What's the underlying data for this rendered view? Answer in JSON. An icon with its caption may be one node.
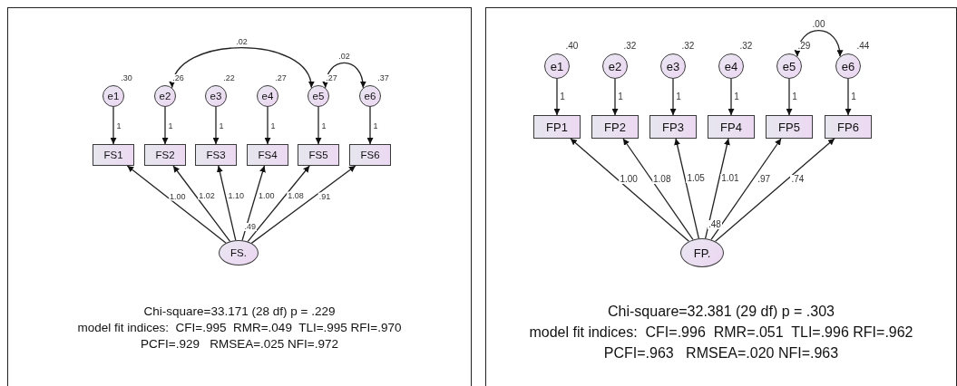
{
  "diagram": {
    "nodes": [
      {
        "text": [
          "Chi-square=33.171 (28 df) p = .229",
          "model fit indices:  CFI=.995  RMR=.049  TLI=.995 RFI=.970",
          "PCFI=.929   RMSEA=.025 NFI=.972"
        ]
      },
      {
        "text": [
          "e1"
        ],
        "in": 0,
        "beside": [
          ".30"
        ]
      },
      {
        "text": [
          "e2"
        ],
        "in": 0,
        "beside": [
          ".26"
        ]
      },
      {
        "text": [
          "e3"
        ],
        "in": 0,
        "beside": [
          ".22"
        ]
      },
      {
        "text": [
          "e4"
        ],
        "in": 0,
        "beside": [
          ".27"
        ]
      },
      {
        "text": [
          "e5"
        ],
        "in": 0,
        "beside": [
          ".27"
        ]
      },
      {
        "text": [
          "e6"
        ],
        "in": 0,
        "beside": [
          ".37"
        ]
      },
      {
        "text": [
          "FS1"
        ],
        "in": 0
      },
      {
        "text": [
          "FS2"
        ],
        "in": 0
      },
      {
        "text": [
          "FS3"
        ],
        "in": 0
      },
      {
        "text": [
          "FS4"
        ],
        "in": 0
      },
      {
        "text": [
          "FS5"
        ],
        "in": 0
      },
      {
        "text": [
          "FS6"
        ],
        "in": 0
      },
      {
        "text": [
          "FS."
        ],
        "in": 0,
        "beside": [
          ".49"
        ]
      },
      {
        "text": [
          "Chi-square=32.381 (29 df) p = .303",
          "model fit indices:  CFI=.996  RMR=.051  TLI=.996 RFI=.962",
          "PCFI=.963   RMSEA=.020 NFI=.963"
        ]
      },
      {
        "text": [
          "e1"
        ],
        "in": 14,
        "beside": [
          ".40"
        ]
      },
      {
        "text": [
          "e2"
        ],
        "in": 14,
        "beside": [
          ".32"
        ]
      },
      {
        "text": [
          "e3"
        ],
        "in": 14,
        "beside": [
          ".32"
        ]
      },
      {
        "text": [
          "e4"
        ],
        "in": 14,
        "beside": [
          ".32"
        ]
      },
      {
        "text": [
          "e5"
        ],
        "in": 14,
        "beside": [
          ".29"
        ]
      },
      {
        "text": [
          "e6"
        ],
        "in": 14,
        "beside": [
          ".44"
        ]
      },
      {
        "text": [
          "FP1"
        ],
        "in": 14
      },
      {
        "text": [
          "FP2"
        ],
        "in": 14
      },
      {
        "text": [
          "FP3"
        ],
        "in": 14
      },
      {
        "text": [
          "FP4"
        ],
        "in": 14
      },
      {
        "text": [
          "FP5"
        ],
        "in": 14
      },
      {
        "text": [
          "FP6"
        ],
        "in": 14
      },
      {
        "text": [
          "FP."
        ],
        "in": 14,
        "beside": [
          ".48"
        ]
      }
    ],
    "edges": [
      {
        "from": 1,
        "to": 7,
        "arrow": "to",
        "label": "1"
      },
      {
        "from": 2,
        "to": 8,
        "arrow": "to",
        "label": "1"
      },
      {
        "from": 3,
        "to": 9,
        "arrow": "to",
        "label": "1"
      },
      {
        "from": 4,
        "to": 10,
        "arrow": "to",
        "label": "1"
      },
      {
        "from": 5,
        "to": 11,
        "arrow": "to",
        "label": "1"
      },
      {
        "from": 6,
        "to": 12,
        "arrow": "to",
        "label": "1"
      },
      {
        "from": 13,
        "to": 7,
        "arrow": "to",
        "label": "1.00"
      },
      {
        "from": 13,
        "to": 8,
        "arrow": "to",
        "label": "1.02"
      },
      {
        "from": 13,
        "to": 9,
        "arrow": "to",
        "label": "1.10"
      },
      {
        "from": 13,
        "to": 10,
        "arrow": "to",
        "label": "1.00"
      },
      {
        "from": 13,
        "to": 11,
        "arrow": "to",
        "label": "1.08"
      },
      {
        "from": 13,
        "to": 12,
        "arrow": "to",
        "label": ".91"
      },
      {
        "from": 2,
        "to": 5,
        "arrow": "both",
        "label": ".02"
      },
      {
        "from": 5,
        "to": 6,
        "arrow": "both",
        "label": ".02"
      },
      {
        "from": 15,
        "to": 21,
        "arrow": "to",
        "label": "1"
      },
      {
        "from": 16,
        "to": 22,
        "arrow": "to",
        "label": "1"
      },
      {
        "from": 17,
        "to": 23,
        "arrow": "to",
        "label": "1"
      },
      {
        "from": 18,
        "to": 24,
        "arrow": "to",
        "label": "1"
      },
      {
        "from": 19,
        "to": 25,
        "arrow": "to",
        "label": "1"
      },
      {
        "from": 20,
        "to": 26,
        "arrow": "to",
        "label": "1"
      },
      {
        "from": 27,
        "to": 21,
        "arrow": "to",
        "label": "1.00"
      },
      {
        "from": 27,
        "to": 22,
        "arrow": "to",
        "label": "1.08"
      },
      {
        "from": 27,
        "to": 23,
        "arrow": "to",
        "label": "1.05"
      },
      {
        "from": 27,
        "to": 24,
        "arrow": "to",
        "label": "1.01"
      },
      {
        "from": 27,
        "to": 25,
        "arrow": "to",
        "label": ".97"
      },
      {
        "from": 27,
        "to": 26,
        "arrow": "to",
        "label": ".74"
      },
      {
        "from": 19,
        "to": 20,
        "arrow": "both",
        "label": ".00"
      }
    ]
  }
}
